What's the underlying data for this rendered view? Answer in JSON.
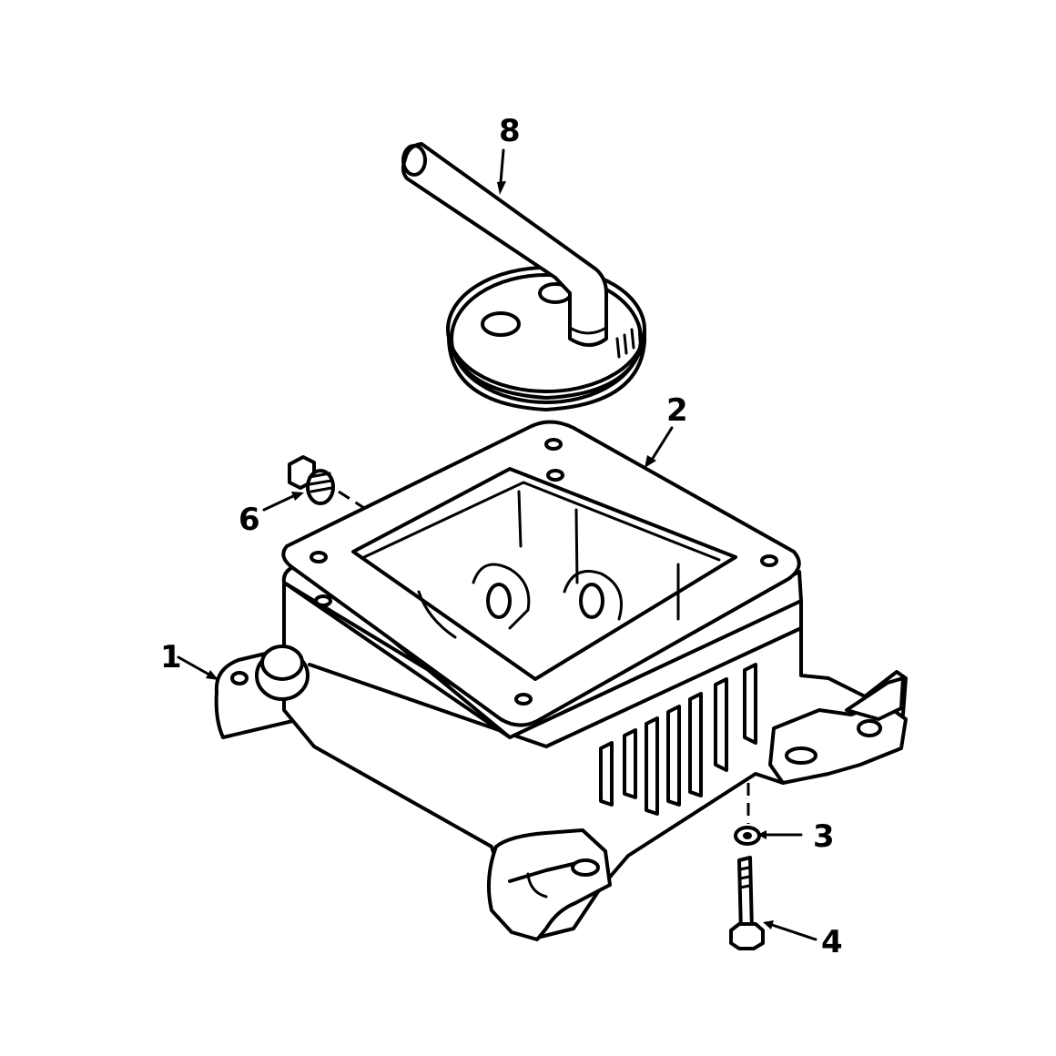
{
  "callouts": [
    {
      "id": "callout-1",
      "label": "1"
    },
    {
      "id": "callout-2",
      "label": "2"
    },
    {
      "id": "callout-3",
      "label": "3"
    },
    {
      "id": "callout-4",
      "label": "4"
    },
    {
      "id": "callout-6",
      "label": "6"
    },
    {
      "id": "callout-8",
      "label": "8"
    }
  ]
}
